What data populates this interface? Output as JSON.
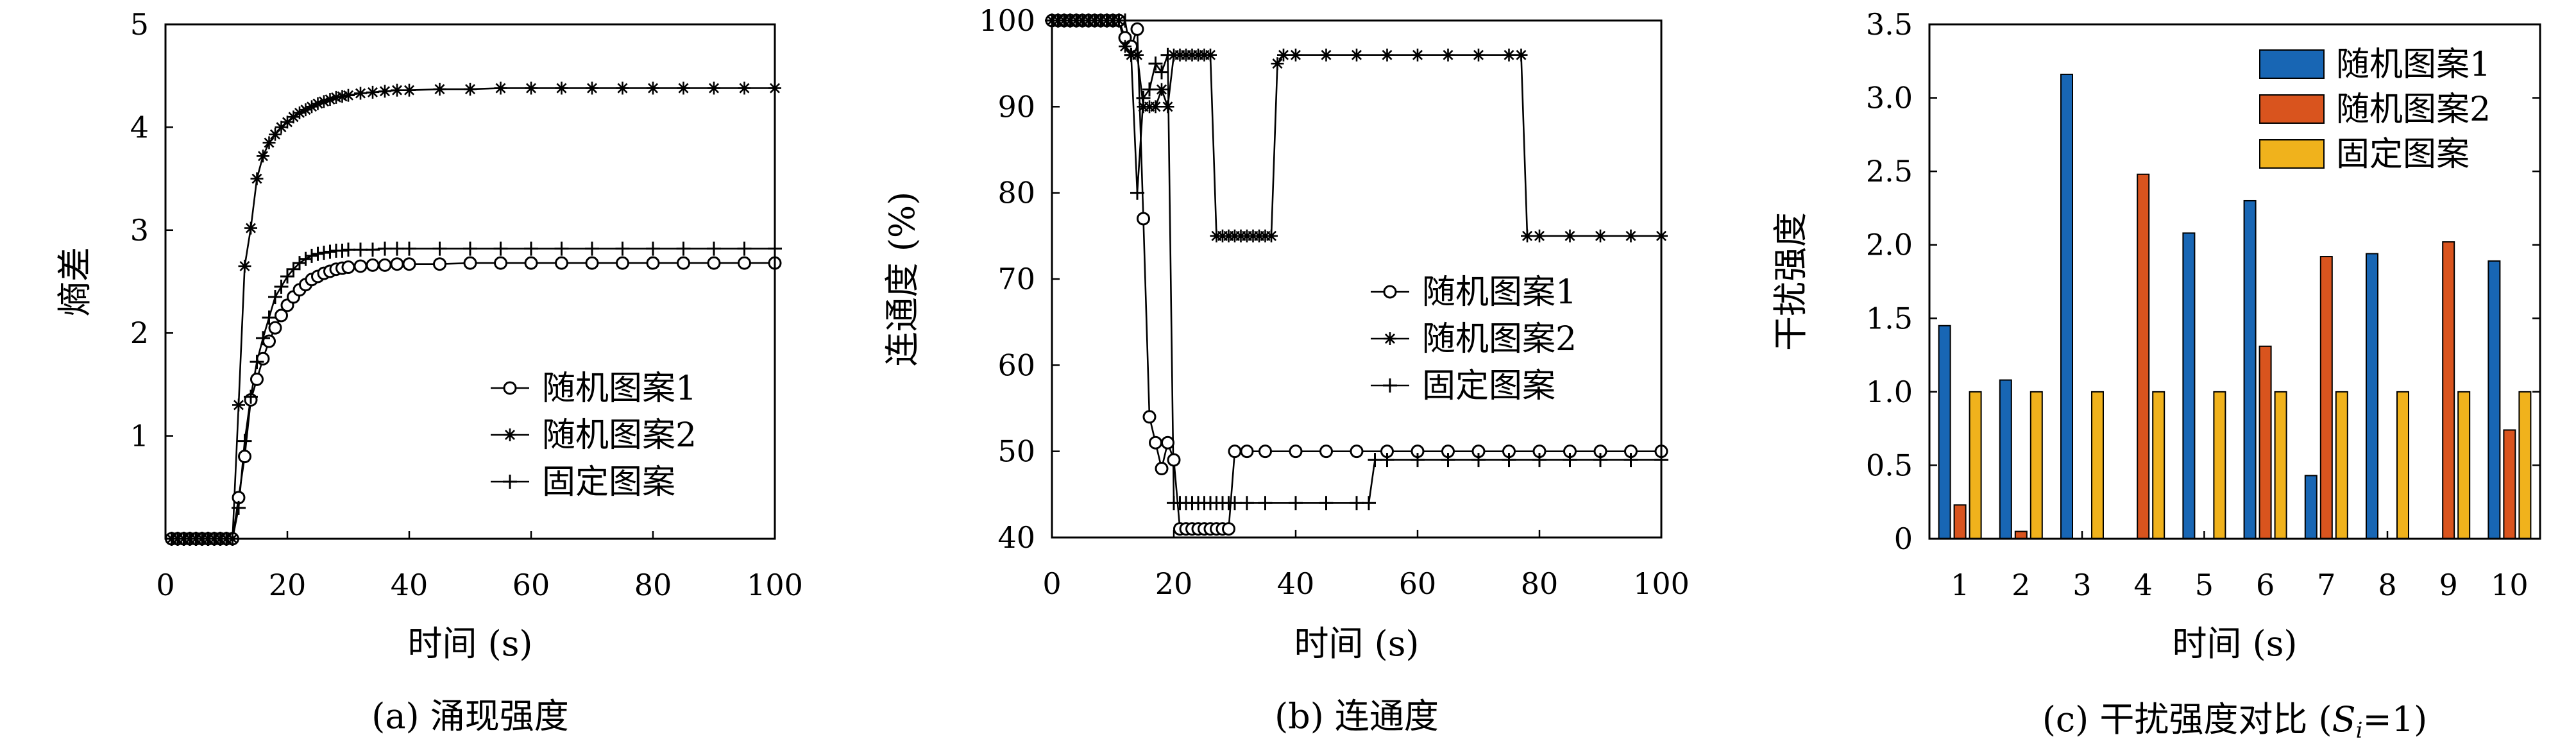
{
  "chart_data": [
    {
      "type": "line",
      "caption": "(a) 涌现强度",
      "xlabel": "时间 (s)",
      "ylabel": "熵差",
      "xlim": [
        0,
        100
      ],
      "ylim": [
        0,
        5
      ],
      "xticks": [
        20,
        40,
        60,
        80,
        100
      ],
      "yticks": [
        1,
        2,
        3,
        4,
        5
      ],
      "origin_label": "0",
      "legend_position": "lower-right",
      "series": [
        {
          "name": "随机图案1",
          "marker": "circle",
          "x": [
            1,
            2,
            3,
            4,
            5,
            6,
            7,
            8,
            9,
            10,
            11,
            12,
            13,
            14,
            15,
            16,
            17,
            18,
            19,
            20,
            21,
            22,
            23,
            24,
            25,
            26,
            27,
            28,
            29,
            30,
            32,
            34,
            36,
            38,
            40,
            45,
            50,
            55,
            60,
            65,
            70,
            75,
            80,
            85,
            90,
            95,
            100
          ],
          "y": [
            0,
            0,
            0,
            0,
            0,
            0,
            0,
            0,
            0,
            0,
            0,
            0.4,
            0.8,
            1.35,
            1.55,
            1.75,
            1.92,
            2.05,
            2.17,
            2.27,
            2.35,
            2.42,
            2.47,
            2.52,
            2.55,
            2.58,
            2.6,
            2.62,
            2.63,
            2.64,
            2.65,
            2.66,
            2.66,
            2.67,
            2.67,
            2.67,
            2.68,
            2.68,
            2.68,
            2.68,
            2.68,
            2.68,
            2.68,
            2.68,
            2.68,
            2.68,
            2.68
          ]
        },
        {
          "name": "随机图案2",
          "marker": "asterisk",
          "x": [
            1,
            2,
            3,
            4,
            5,
            6,
            7,
            8,
            9,
            10,
            11,
            12,
            13,
            14,
            15,
            16,
            17,
            18,
            19,
            20,
            21,
            22,
            23,
            24,
            25,
            26,
            27,
            28,
            29,
            30,
            32,
            34,
            36,
            38,
            40,
            45,
            50,
            55,
            60,
            65,
            70,
            75,
            80,
            85,
            90,
            95,
            100
          ],
          "y": [
            0,
            0,
            0,
            0,
            0,
            0,
            0,
            0,
            0,
            0,
            0,
            1.3,
            2.65,
            3.02,
            3.5,
            3.72,
            3.85,
            3.93,
            4.0,
            4.05,
            4.1,
            4.14,
            4.17,
            4.2,
            4.23,
            4.25,
            4.27,
            4.29,
            4.3,
            4.31,
            4.33,
            4.34,
            4.35,
            4.36,
            4.36,
            4.37,
            4.37,
            4.38,
            4.38,
            4.38,
            4.38,
            4.38,
            4.38,
            4.38,
            4.38,
            4.38,
            4.38
          ]
        },
        {
          "name": "固定图案",
          "marker": "plus",
          "x": [
            1,
            2,
            3,
            4,
            5,
            6,
            7,
            8,
            9,
            10,
            11,
            12,
            13,
            14,
            15,
            16,
            17,
            18,
            19,
            20,
            21,
            22,
            23,
            24,
            25,
            26,
            27,
            28,
            29,
            30,
            32,
            34,
            36,
            38,
            40,
            45,
            50,
            55,
            60,
            65,
            70,
            75,
            80,
            85,
            90,
            95,
            100
          ],
          "y": [
            0,
            0,
            0,
            0,
            0,
            0,
            0,
            0,
            0,
            0,
            0,
            0.3,
            0.95,
            1.38,
            1.72,
            1.95,
            2.15,
            2.35,
            2.45,
            2.55,
            2.62,
            2.68,
            2.72,
            2.75,
            2.77,
            2.78,
            2.79,
            2.8,
            2.8,
            2.81,
            2.81,
            2.81,
            2.82,
            2.82,
            2.82,
            2.82,
            2.82,
            2.82,
            2.82,
            2.82,
            2.82,
            2.82,
            2.82,
            2.82,
            2.82,
            2.82,
            2.82
          ]
        }
      ]
    },
    {
      "type": "line",
      "caption": "(b) 连通度",
      "xlabel": "时间 (s)",
      "ylabel": "连通度 (%)",
      "xlim": [
        0,
        100
      ],
      "ylim": [
        40,
        100
      ],
      "xticks": [
        0,
        20,
        40,
        60,
        80,
        100
      ],
      "yticks": [
        40,
        50,
        60,
        70,
        80,
        90,
        100
      ],
      "legend_position": "center-right",
      "series": [
        {
          "name": "随机图案1",
          "marker": "circle",
          "x": [
            0,
            1,
            2,
            3,
            4,
            5,
            6,
            7,
            8,
            9,
            10,
            11,
            12,
            13,
            14,
            15,
            16,
            17,
            18,
            19,
            20,
            21,
            22,
            23,
            24,
            25,
            26,
            27,
            28,
            29,
            30,
            32,
            35,
            40,
            45,
            50,
            55,
            60,
            65,
            70,
            75,
            80,
            85,
            90,
            95,
            100
          ],
          "y": [
            100,
            100,
            100,
            100,
            100,
            100,
            100,
            100,
            100,
            100,
            100,
            100,
            98,
            97,
            99,
            77,
            54,
            51,
            48,
            51,
            49,
            41,
            41,
            41,
            41,
            41,
            41,
            41,
            41,
            41,
            50,
            50,
            50,
            50,
            50,
            50,
            50,
            50,
            50,
            50,
            50,
            50,
            50,
            50,
            50,
            50
          ]
        },
        {
          "name": "随机图案2",
          "marker": "asterisk",
          "x": [
            0,
            1,
            2,
            3,
            4,
            5,
            6,
            7,
            8,
            9,
            10,
            11,
            12,
            13,
            14,
            15,
            16,
            17,
            18,
            19,
            20,
            21,
            22,
            23,
            24,
            25,
            26,
            27,
            28,
            29,
            30,
            31,
            32,
            33,
            34,
            35,
            36,
            37,
            38,
            40,
            45,
            50,
            55,
            60,
            65,
            70,
            75,
            77,
            78,
            80,
            85,
            90,
            95,
            100
          ],
          "y": [
            100,
            100,
            100,
            100,
            100,
            100,
            100,
            100,
            100,
            100,
            100,
            100,
            97,
            96,
            96,
            90,
            90,
            90,
            92,
            90,
            96,
            96,
            96,
            96,
            96,
            96,
            96,
            75,
            75,
            75,
            75,
            75,
            75,
            75,
            75,
            75,
            75,
            95,
            96,
            96,
            96,
            96,
            96,
            96,
            96,
            96,
            96,
            96,
            75,
            75,
            75,
            75,
            75,
            75
          ]
        },
        {
          "name": "固定图案",
          "marker": "plus",
          "x": [
            0,
            1,
            2,
            3,
            4,
            5,
            6,
            7,
            8,
            9,
            10,
            11,
            12,
            13,
            14,
            15,
            16,
            17,
            18,
            19,
            20,
            21,
            22,
            23,
            24,
            25,
            26,
            27,
            28,
            29,
            30,
            32,
            35,
            40,
            45,
            50,
            52,
            53,
            55,
            60,
            65,
            70,
            75,
            80,
            85,
            90,
            95,
            100
          ],
          "y": [
            100,
            100,
            100,
            100,
            100,
            100,
            100,
            100,
            100,
            100,
            100,
            100,
            100,
            96,
            80,
            91,
            92,
            95,
            94,
            96,
            44,
            44,
            44,
            44,
            44,
            44,
            44,
            44,
            44,
            44,
            44,
            44,
            44,
            44,
            44,
            44,
            44,
            49,
            49,
            49,
            49,
            49,
            49,
            49,
            49,
            49,
            49,
            49
          ]
        }
      ]
    },
    {
      "type": "bar",
      "caption_parts": [
        "(c) 干扰强度对比 (",
        "S",
        "i",
        "=1)"
      ],
      "xlabel": "时间 (s)",
      "ylabel": "干扰强度",
      "categories": [
        "1",
        "2",
        "3",
        "4",
        "5",
        "6",
        "7",
        "8",
        "9",
        "10"
      ],
      "ylim": [
        0,
        3.5
      ],
      "yticks": [
        "0",
        "0.5",
        "1.0",
        "1.5",
        "2.0",
        "2.5",
        "3.0",
        "3.5"
      ],
      "legend_position": "top-right",
      "series": [
        {
          "name": "随机图案1",
          "color": "#1866b4",
          "values": [
            1.45,
            1.08,
            3.16,
            0,
            2.08,
            2.3,
            0.43,
            1.94,
            0,
            1.89
          ]
        },
        {
          "name": "随机图案2",
          "color": "#d9541e",
          "values": [
            0.23,
            0.05,
            0,
            2.48,
            0,
            1.31,
            1.92,
            0,
            2.02,
            0.74
          ]
        },
        {
          "name": "固定图案",
          "color": "#f0b21c",
          "values": [
            1.0,
            1.0,
            1.0,
            1.0,
            1.0,
            1.0,
            1.0,
            1.0,
            1.0,
            1.0
          ]
        }
      ]
    }
  ]
}
